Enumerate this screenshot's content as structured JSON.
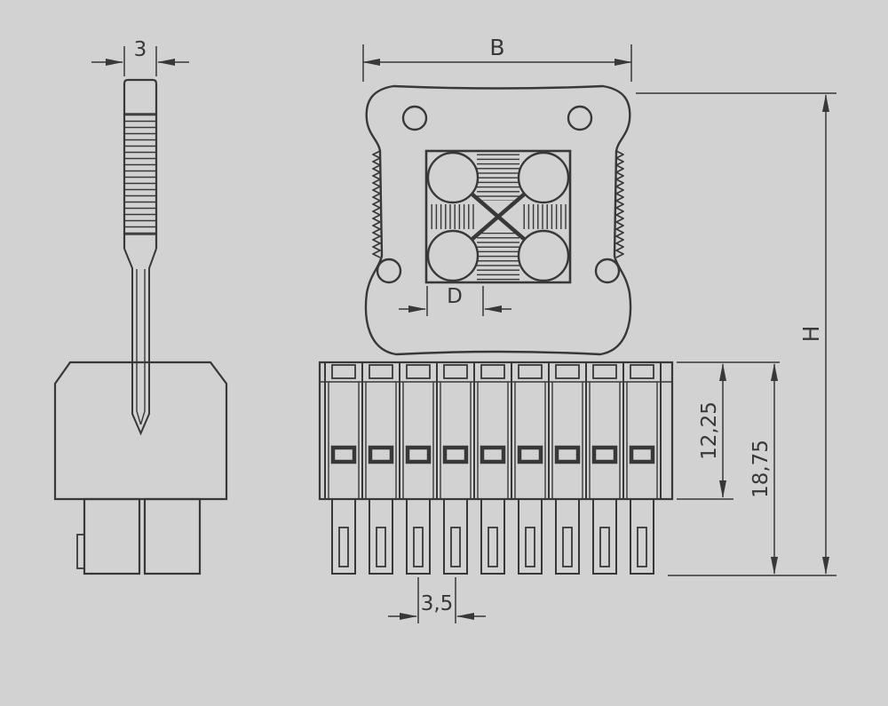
{
  "drawing": {
    "background_color": "#d2d2d2",
    "line_color": "#383838",
    "labels": {
      "tool_slot_width": "3",
      "overall_width": "B",
      "coding_dimension": "D",
      "height": "H",
      "housing_depth": "12,25",
      "overall_depth": "18,75",
      "pin_pitch": "3,5"
    }
  }
}
